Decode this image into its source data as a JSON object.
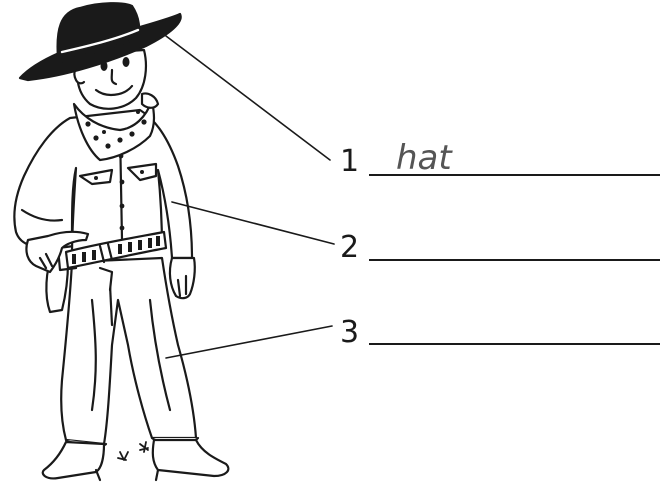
{
  "labels": [
    {
      "number": "1",
      "answer": "hat"
    },
    {
      "number": "2",
      "answer": ""
    },
    {
      "number": "3",
      "answer": ""
    }
  ],
  "colors": {
    "ink": "#1a1a1a",
    "answer_ink": "#555555"
  }
}
